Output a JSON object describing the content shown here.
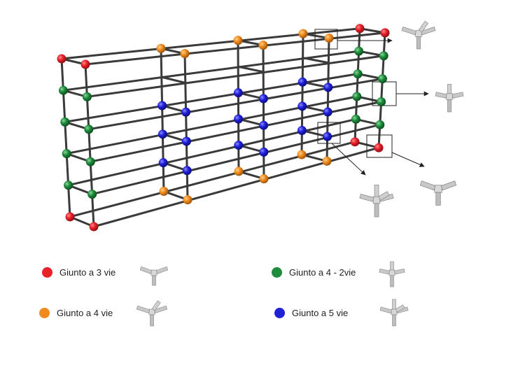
{
  "colors": {
    "three_way": "#e8202a",
    "four_way": "#f08c1e",
    "four_two_way": "#1e8c3c",
    "five_way": "#2020d8",
    "frame": "#3a3a3a",
    "joint_metal": "#b9b9b9"
  },
  "legend": [
    {
      "type": "three_way",
      "label": "Giunto a 3 vie",
      "icon": "three-way-joint-icon"
    },
    {
      "type": "four_two_way",
      "label": "Giunto a 4 - 2vie",
      "icon": "four-two-way-joint-icon"
    },
    {
      "type": "four_way",
      "label": "Giunto a 4 vie",
      "icon": "four-way-joint-icon"
    },
    {
      "type": "five_way",
      "label": "Giunto a 5 vie",
      "icon": "five-way-joint-icon"
    }
  ],
  "callouts": [
    {
      "target_joint": "four_way",
      "icon": "four-way-joint-icon"
    },
    {
      "target_joint": "four_two_way",
      "icon": "four-two-way-joint-icon"
    },
    {
      "target_joint": "five_way",
      "icon": "five-way-joint-icon"
    },
    {
      "target_joint": "three_way",
      "icon": "three-way-joint-icon"
    }
  ]
}
